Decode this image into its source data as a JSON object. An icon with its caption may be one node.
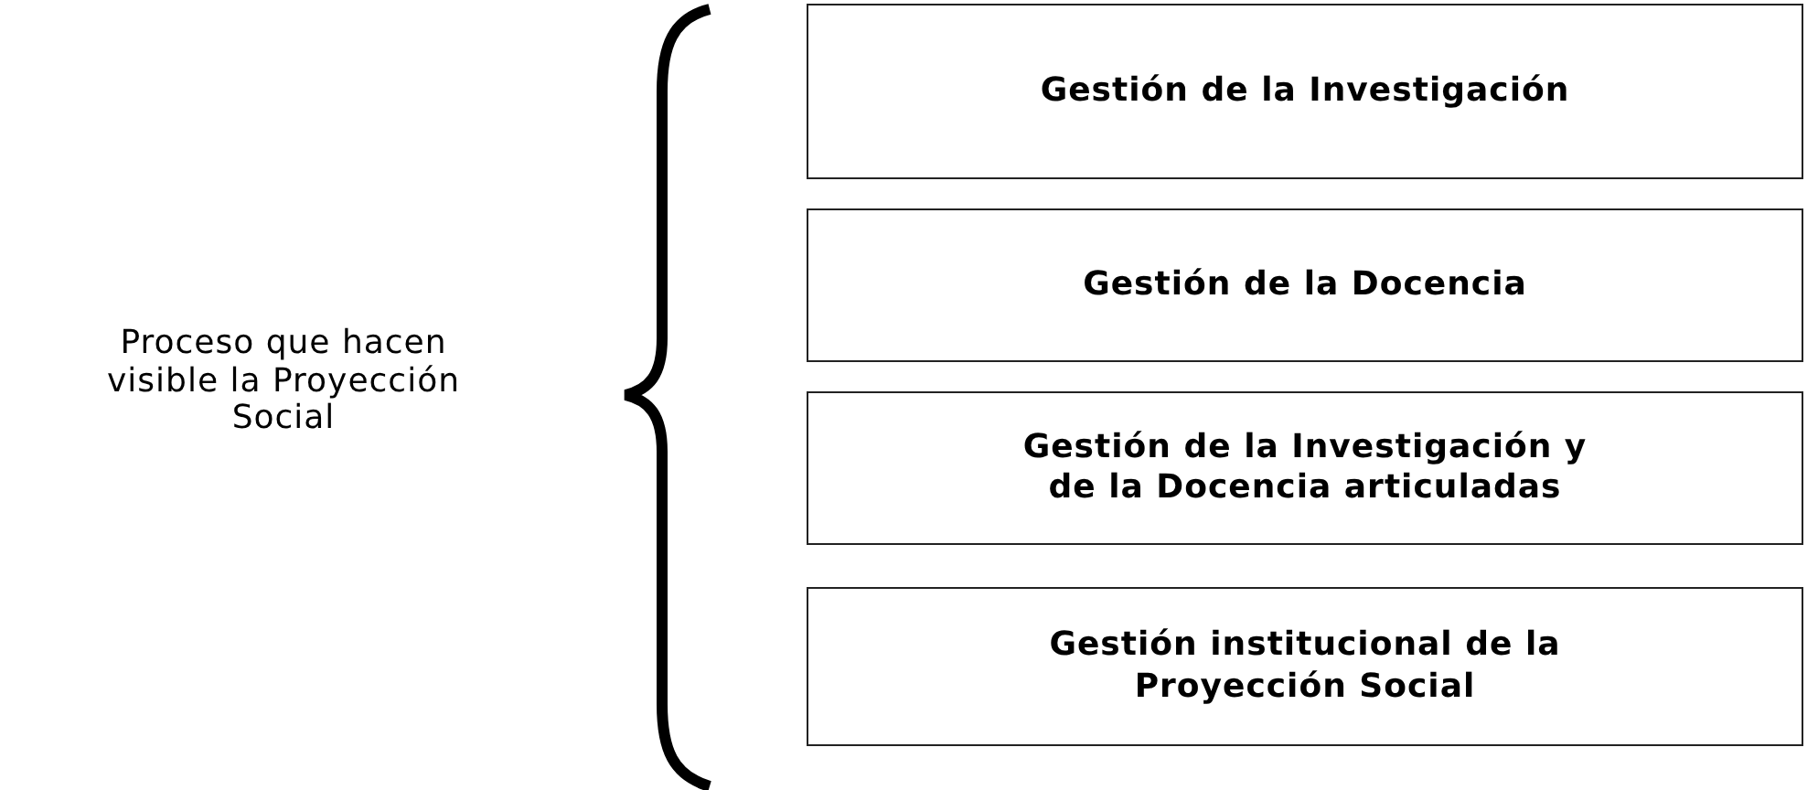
{
  "diagram": {
    "nodes": [
      {
        "text": [
          "Gestión de la Investigación"
        ]
      },
      {
        "text": [
          "Gestión de la Docencia"
        ]
      },
      {
        "text": [
          "Gestión de la Investigación y de la Docencia articuladas"
        ]
      },
      {
        "text": [
          "Gestión institucional de la Proyección Social"
        ]
      }
    ],
    "edges": [],
    "labels": [
      "Proceso que hacen visible la Proyección Social"
    ]
  }
}
